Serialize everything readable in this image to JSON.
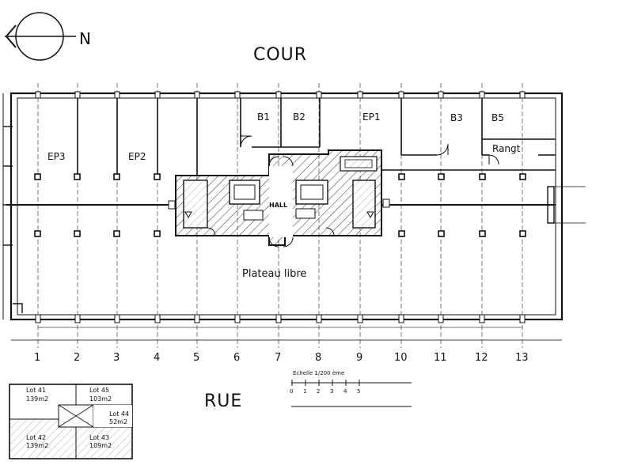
{
  "compass": {
    "letter": "N"
  },
  "labels": {
    "cour": "COUR",
    "rue": "RUE",
    "hall": "HALL",
    "plateau": "Plateau libre",
    "rooms": [
      "EP3",
      "EP2",
      "B1",
      "B2",
      "EP1",
      "B3",
      "B5",
      "Rangt"
    ]
  },
  "axes": [
    "1",
    "2",
    "3",
    "4",
    "5",
    "6",
    "7",
    "8",
    "9",
    "10",
    "11",
    "12",
    "13"
  ],
  "scale": {
    "title": "Echelle 1/200 ème",
    "ticks": [
      "0",
      "1",
      "2",
      "3",
      "4",
      "5"
    ]
  },
  "lots": [
    {
      "name": "Lot 41",
      "area": "139m2"
    },
    {
      "name": "Lot 45",
      "area": "103m2"
    },
    {
      "name": "Lot 44",
      "area": "52m2"
    },
    {
      "name": "Lot 42",
      "area": "139m2"
    },
    {
      "name": "Lot 43",
      "area": "109m2"
    }
  ]
}
